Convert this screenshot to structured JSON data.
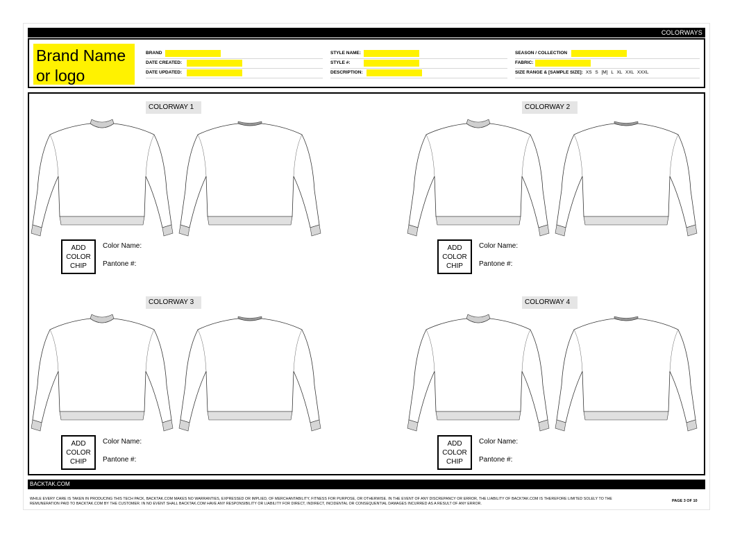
{
  "top_bar": {
    "title": "COLORWAYS"
  },
  "logo": {
    "line1": "Brand Name",
    "line2": "or logo"
  },
  "fields": {
    "brand": "BRAND",
    "date_created": "DATE CREATED:",
    "date_updated": "DATE UPDATED:",
    "style_name": "STYLE NAME:",
    "style_no": "STYLE #:",
    "description": "DESCRIPTION:",
    "season": "SEASON / COLLECTION",
    "fabric": "FABRIC:",
    "size_range": "SIZE RANGE & [SAMPLE SIZE]:",
    "sizes": "XS  S  [M]  L  XL  XXL  XXXL"
  },
  "colorways": [
    {
      "label": "COLORWAY 1",
      "chip": [
        "ADD",
        "COLOR",
        "CHIP"
      ],
      "color_name": "Color Name:",
      "pantone": "Pantone #:"
    },
    {
      "label": "COLORWAY 2",
      "chip": [
        "ADD",
        "COLOR",
        "CHIP"
      ],
      "color_name": "Color Name:",
      "pantone": "Pantone #:"
    },
    {
      "label": "COLORWAY 3",
      "chip": [
        "ADD",
        "COLOR",
        "CHIP"
      ],
      "color_name": "Color Name:",
      "pantone": "Pantone #:"
    },
    {
      "label": "COLORWAY 4",
      "chip": [
        "ADD",
        "COLOR",
        "CHIP"
      ],
      "color_name": "Color Name:",
      "pantone": "Pantone #:"
    }
  ],
  "footer": {
    "site": "BACKTAK.COM",
    "disclaimer_1": "WHILE EVERY CARE IS TAKEN IN PRODUCING THIS TECH PACK, BACKTAK.COM MAKES NO WARRANTIES, EXPRESSED OR IMPLIED, OF MERCHANTABILITY, FITNESS FOR PURPOSE, OR OTHERWISE.  IN THE EVENT OF ANY DISCREPANCY OR ERROR, THE LIABILITY OF BACKTAK.COM IS THEREFORE LIMITED SOLELY TO THE",
    "disclaimer_2": "REMUNERATION PAID TO BACKTAK.COM BY THE CUSTOMER.   IN NO EVENT SHALL BACKTAK.COM HAVE ANY RESPONSIBILITY OR LIABILITY FOR DIRECT, INDIRECT, INCIDENTAL OR CONSEQUENTIAL DAMAGES INCURRED AS A RESULT OF ANY ERROR.",
    "page": "PAGE 3  OF 10"
  },
  "colors": {
    "highlight": "#fff200",
    "bar": "#000000",
    "label_bg": "#e5e5e5",
    "rib": "#d9d9d9"
  }
}
